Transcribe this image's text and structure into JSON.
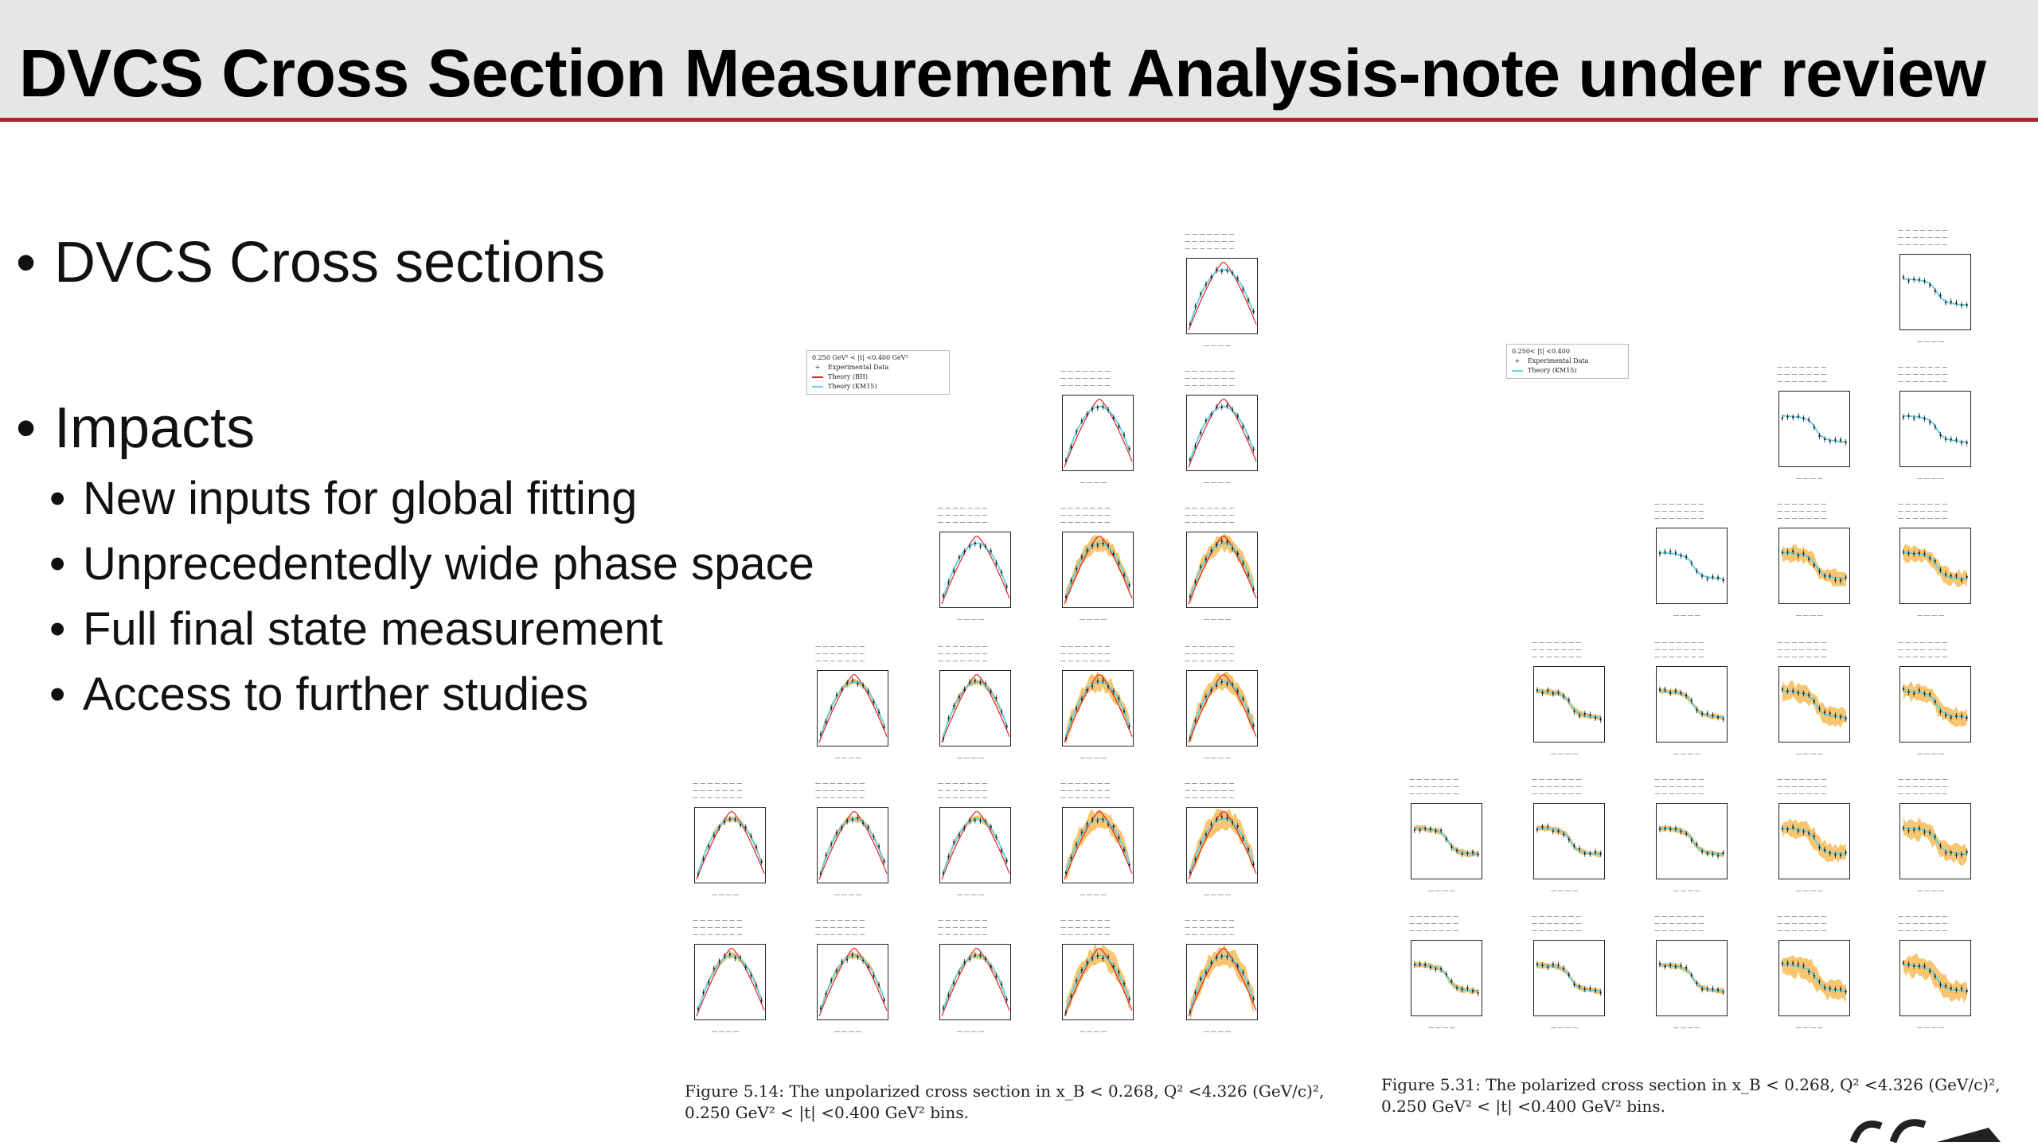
{
  "slide": {
    "title": "DVCS Cross Section Measurement Analysis-note under review",
    "bullets": [
      {
        "text": "DVCS Cross sections",
        "sub": []
      },
      {
        "text": "Impacts",
        "sub": [
          "New inputs for global fitting",
          "Unprecedentedly wide phase space",
          "Full final state measurement",
          "Access to further studies"
        ]
      }
    ]
  },
  "figures": {
    "unpolarized": {
      "legend": {
        "header": "0.250 GeV² < |t| <0.400 GeV²",
        "items": [
          "Experimental Data",
          "Theory (BH)",
          "Theory (KM15)"
        ]
      },
      "caption": "Figure 5.14: The unpolarized cross section in x_B < 0.268, Q² <4.326 (GeV/c)², 0.250 GeV² < |t| <0.400 GeV² bins."
    },
    "polarized": {
      "legend": {
        "header": "0.250< |t| <0.400",
        "items": [
          "Experimental Data",
          "Theory (KM15)"
        ]
      },
      "caption": "Figure 5.31: The polarized cross section in x_B < 0.268, Q² <4.326 (GeV/c)², 0.250 GeV² < |t| <0.400 GeV² bins."
    }
  },
  "colors": {
    "accent": "#b4202a",
    "theory_bh": "#e02020",
    "theory_km15": "#5fd3e8",
    "band": "#f5b342",
    "data": "#1a1a1a"
  }
}
